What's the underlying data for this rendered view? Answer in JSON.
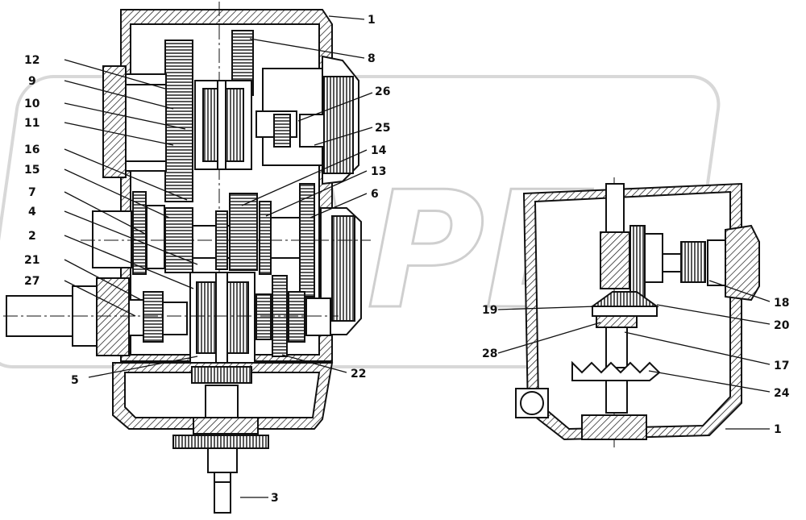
{
  "watermark": "APEX",
  "labels": [
    "1",
    "8",
    "12",
    "9",
    "26",
    "10",
    "11",
    "25",
    "16",
    "14",
    "15",
    "13",
    "7",
    "6",
    "4",
    "2",
    "21",
    "27",
    "5",
    "22",
    "3",
    "18",
    "19",
    "20",
    "28",
    "17",
    "24",
    "1"
  ],
  "colors": {
    "line": "#111111",
    "watermark": "#cfcfcf",
    "background": "#ffffff"
  }
}
